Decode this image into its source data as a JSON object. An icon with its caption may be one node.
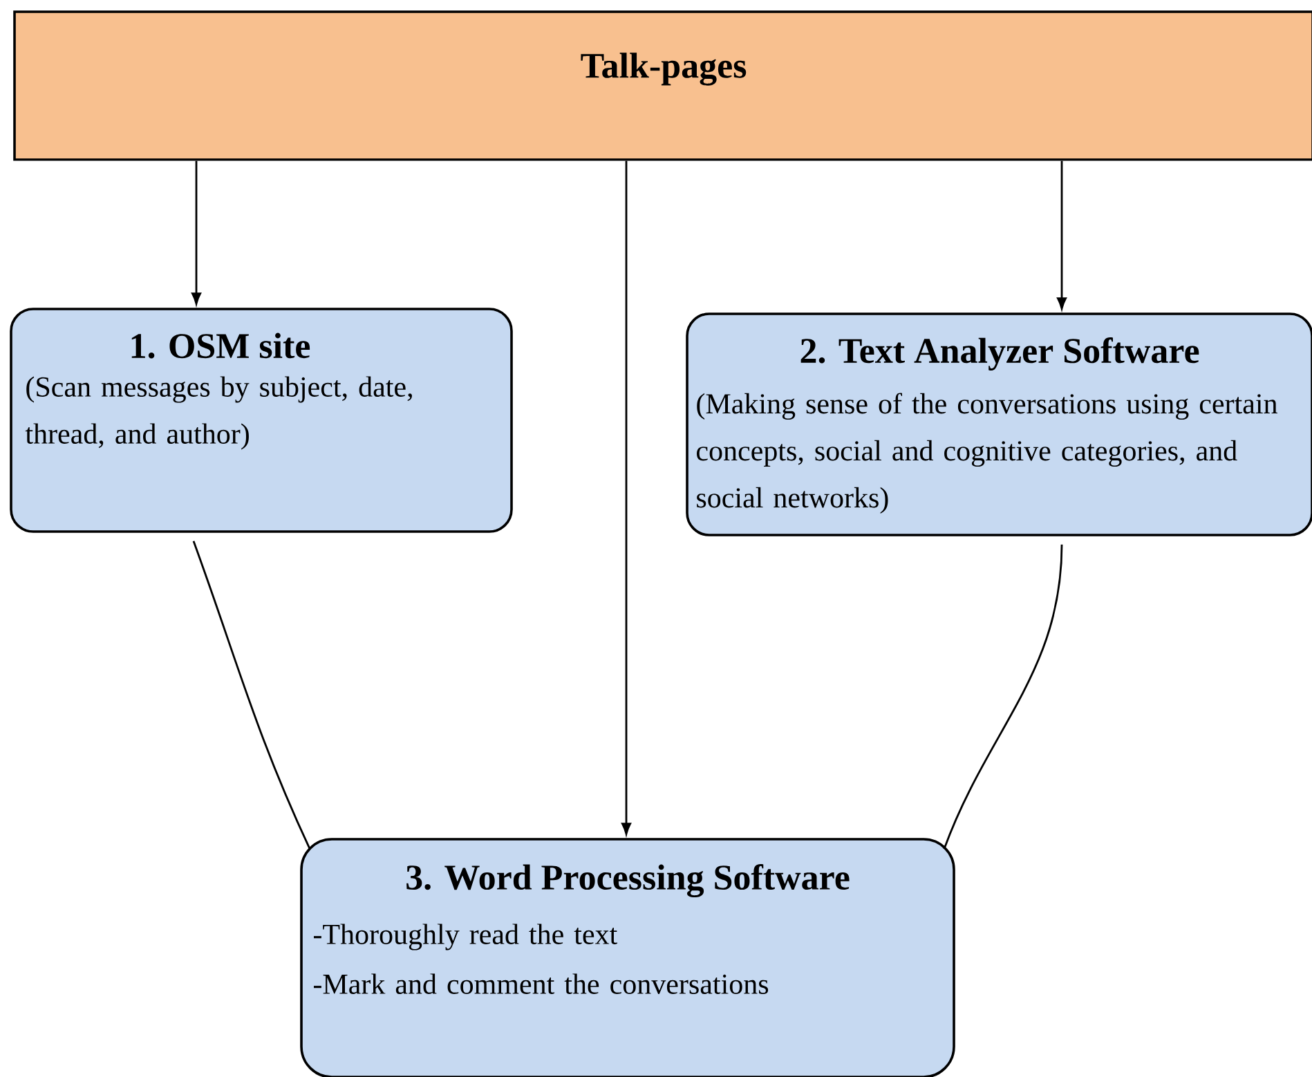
{
  "diagram": {
    "nodes": [
      {
        "text": [
          "Talk-pages"
        ]
      },
      {
        "text": [
          "1. OSM site",
          "(Scan messages by subject, date, thread, and author)"
        ]
      },
      {
        "text": [
          "2. Text Analyzer Software",
          "(Making sense of the conversations using certain concepts, social and cognitive categories, and social networks)"
        ]
      },
      {
        "text": [
          "3. Word Processing Software",
          "-Thoroughly read the text",
          "-Mark and comment the conversations"
        ]
      }
    ],
    "edges": [
      {
        "from": 0,
        "to": 1,
        "arrow": "to"
      },
      {
        "from": 0,
        "to": 3,
        "arrow": "to"
      },
      {
        "from": 0,
        "to": 2,
        "arrow": "to"
      },
      {
        "from": 1,
        "to": 3,
        "arrow": "none"
      },
      {
        "from": 2,
        "to": 3,
        "arrow": "none"
      }
    ]
  }
}
